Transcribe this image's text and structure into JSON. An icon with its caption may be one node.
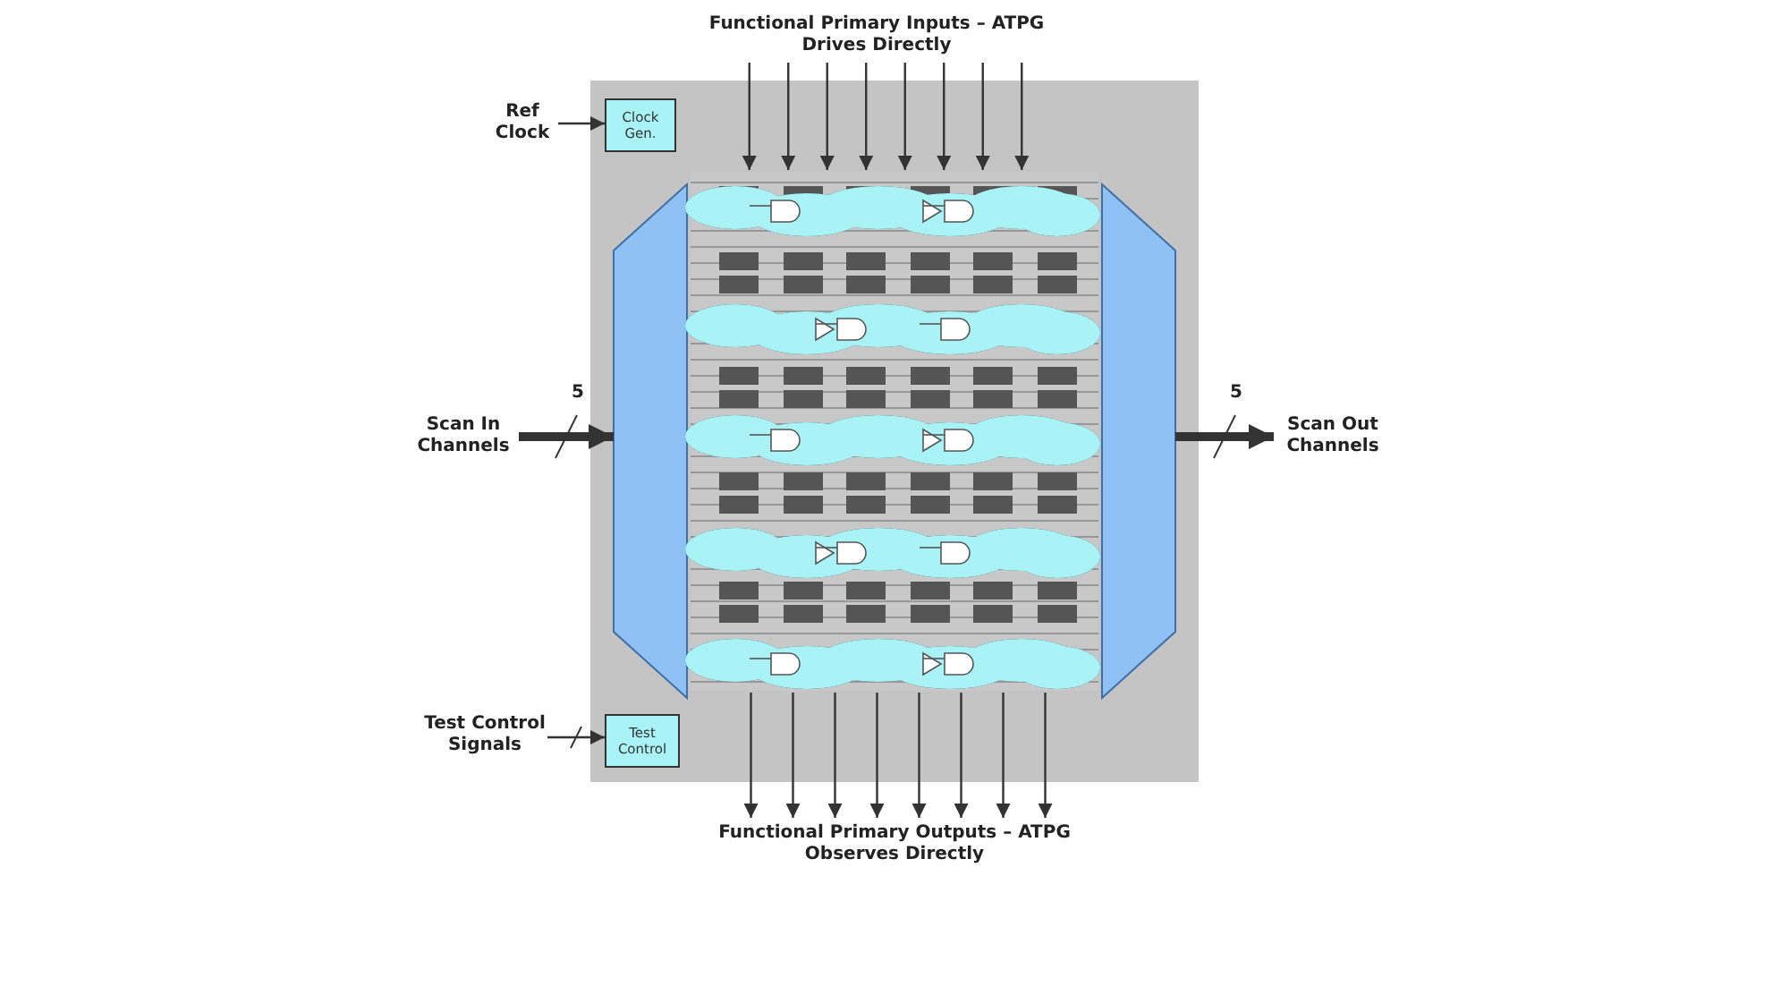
{
  "diagram": {
    "nodes": [
      {
        "text": [],
        "shape": "box"
      },
      {
        "text": [
          "Ref Clock"
        ]
      },
      {
        "text": [
          "Clock Gen."
        ],
        "in": 0
      },
      {
        "text": [
          "Test Control Signals"
        ]
      },
      {
        "text": [
          "Test Control"
        ],
        "in": 0
      },
      {
        "text": [
          "Functional Primary Inputs – ATPG Drives Directly"
        ]
      },
      {
        "text": [
          "Functional Primary Outputs – ATPG Observes Directly"
        ]
      },
      {
        "text": [
          "Scan In Channels"
        ]
      },
      {
        "text": [
          "Scan Out Channels"
        ]
      },
      {
        "text": [],
        "shape": "trapezoid",
        "in": 0
      },
      {
        "text": [],
        "shape": "trapezoid",
        "in": 0
      },
      {
        "text": [],
        "shape": "box",
        "in": 0
      }
    ],
    "edges": [
      {
        "from": 1,
        "to": 2,
        "arrow": "to"
      },
      {
        "from": 3,
        "to": 4,
        "arrow": "to"
      },
      {
        "from": 7,
        "to": 9,
        "arrow": "to",
        "label": "5",
        "style": "thick"
      },
      {
        "from": 10,
        "to": 8,
        "arrow": "to",
        "label": "5",
        "style": "thick"
      },
      {
        "from": 5,
        "to": 11,
        "arrow": "to"
      },
      {
        "from": 5,
        "to": 11,
        "arrow": "to"
      },
      {
        "from": 5,
        "to": 11,
        "arrow": "to"
      },
      {
        "from": 5,
        "to": 11,
        "arrow": "to"
      },
      {
        "from": 5,
        "to": 11,
        "arrow": "to"
      },
      {
        "from": 5,
        "to": 11,
        "arrow": "to"
      },
      {
        "from": 5,
        "to": 11,
        "arrow": "to"
      },
      {
        "from": 5,
        "to": 11,
        "arrow": "to"
      },
      {
        "from": 11,
        "to": 6,
        "arrow": "to"
      },
      {
        "from": 11,
        "to": 6,
        "arrow": "to"
      },
      {
        "from": 11,
        "to": 6,
        "arrow": "to"
      },
      {
        "from": 11,
        "to": 6,
        "arrow": "to"
      },
      {
        "from": 11,
        "to": 6,
        "arrow": "to"
      },
      {
        "from": 11,
        "to": 6,
        "arrow": "to"
      },
      {
        "from": 11,
        "to": 6,
        "arrow": "to"
      },
      {
        "from": 11,
        "to": 6,
        "arrow": "to"
      }
    ]
  }
}
